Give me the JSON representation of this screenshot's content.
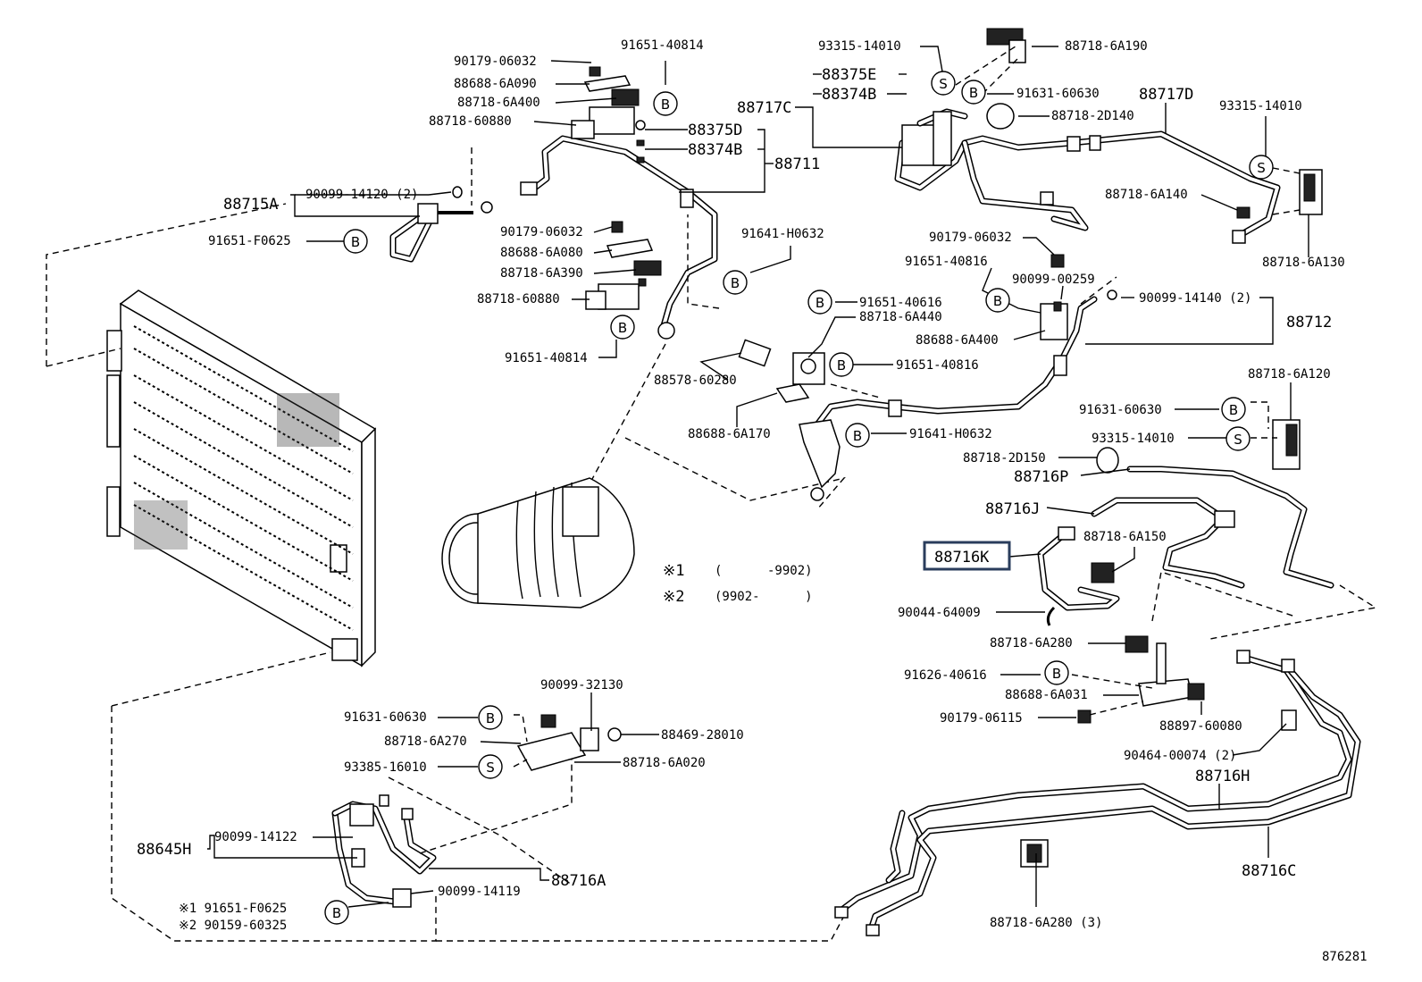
{
  "diagram_id": "876281",
  "labels": {
    "p90179_06032_a": "90179-06032",
    "p91651_40814_a": "91651-40814",
    "p88688_6A090": "88688-6A090",
    "p88718_6A400": "88718-6A400",
    "p88718_60880_a": "88718-60880",
    "p88375D": "88375D",
    "p88374B": "88374B",
    "p88711": "88711",
    "p88715A": "88715A",
    "p90099_14120": "90099-14120 (2)",
    "p91651_F0625_a": "91651-F0625",
    "p90179_06032_b": "90179-06032",
    "p88688_6A080": "88688-6A080",
    "p88718_6A390": "88718-6A390",
    "p88718_60880_b": "88718-60880",
    "p91651_40814_b": "91651-40814",
    "p91641_H0632_a": "91641-H0632",
    "p93315_14010_a": "93315-14010",
    "p88718_6A190": "88718-6A190",
    "p88375E": "88375E",
    "p88374B_b": "88374B",
    "p88717C": "88717C",
    "p91631_60630_a": "91631-60630",
    "p88717D": "88717D",
    "p88718_2D140": "88718-2D140",
    "p93315_14010_b": "93315-14010",
    "p88718_6A140": "88718-6A140",
    "p88718_6A130": "88718-6A130",
    "p90179_06032_c": "90179-06032",
    "p91651_40816_a": "91651-40816",
    "p90099_00259": "90099-00259",
    "p91651_40616": "91651-40616",
    "p88718_6A440": "88718-6A440",
    "p90099_14140": "90099-14140 (2)",
    "p88712": "88712",
    "p88688_6A400": "88688-6A400",
    "p88578_60280": "88578-60280",
    "p91651_40816_b": "91651-40816",
    "p88688_6A170": "88688-6A170",
    "p91641_H0632_b": "91641-H0632",
    "p88718_6A120": "88718-6A120",
    "p91631_60630_b": "91631-60630",
    "p93315_14010_c": "93315-14010",
    "p88718_2D150": "88718-2D150",
    "p88716P": "88716P",
    "p88716J": "88716J",
    "p88716K": "88716K",
    "p88718_6A150": "88718-6A150",
    "p90044_64009": "90044-64009",
    "p88718_6A280_a": "88718-6A280",
    "p91626_40616": "91626-40616",
    "p88688_6A031": "88688-6A031",
    "p90179_06115": "90179-06115",
    "p88897_60080": "88897-60080",
    "p90464_00074": "90464-00074 (2)",
    "p88716H": "88716H",
    "p88716C": "88716C",
    "p88718_6A280_3": "88718-6A280 (3)",
    "p90099_32130": "90099-32130",
    "p91631_60630_c": "91631-60630",
    "p88469_28010": "88469-28010",
    "p88718_6A270": "88718-6A270",
    "p88718_6A020": "88718-6A020",
    "p93385_16010": "93385-16010",
    "p90099_14122": "90099-14122",
    "p88645H": "88645H",
    "p88716A": "88716A",
    "p91651_F0625_b": "※1 91651-F0625",
    "p90159_60325": "※2 90159-60325",
    "p90099_14119": "90099-14119"
  },
  "notes": {
    "note1_mark": "※1",
    "note1_range": "(      -9902)",
    "note2_mark": "※2",
    "note2_range": "(9902-      )"
  },
  "markers": {
    "b": "B",
    "s": "S"
  },
  "highlight": {
    "label": "88716K",
    "color": "#2a3d5c"
  }
}
